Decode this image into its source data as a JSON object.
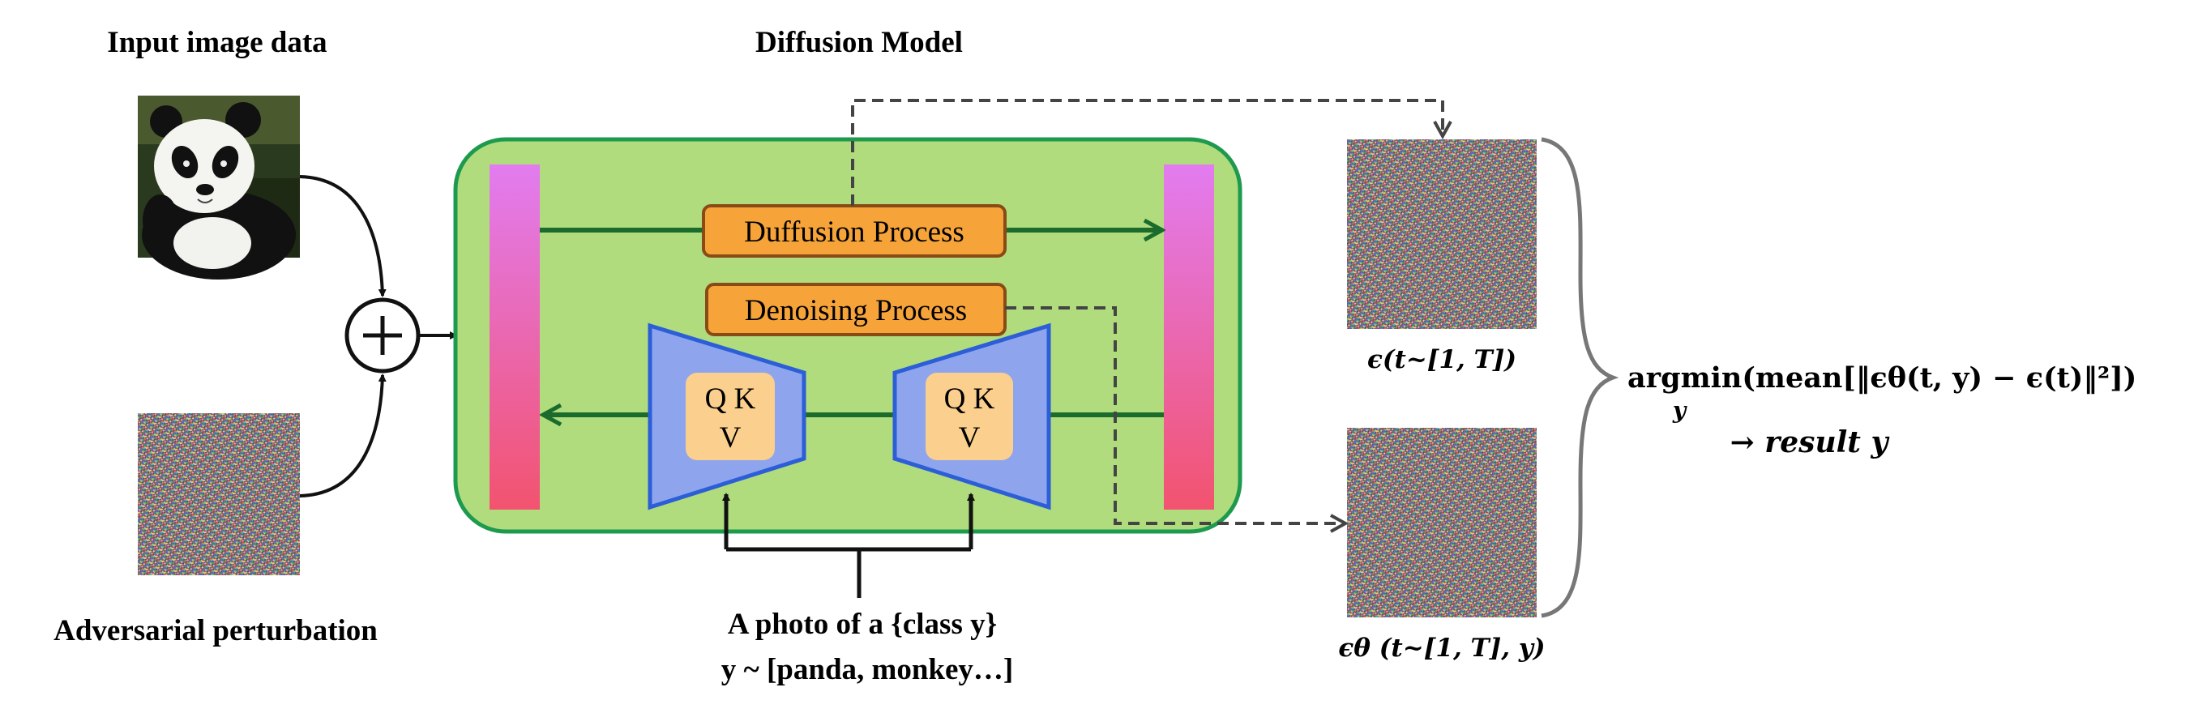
{
  "labels": {
    "input_title": "Input image data",
    "model_title": "Diffusion Model",
    "perturbation_title": "Adversarial perturbation",
    "diffusion_process": "Duffusion Process",
    "denoising_process": "Denoising Process",
    "qkv_left_line1": "Q K",
    "qkv_left_line2": "V",
    "qkv_right_line1": "Q K",
    "qkv_right_line2": "V",
    "prompt_line1": "A photo of a {class y}",
    "prompt_line2": "y ~ [panda, monkey…]",
    "noise_label_top": "ϵ(t~[1, T])",
    "noise_label_bottom": "ϵθ (t~[1, T], y)",
    "formula_line1": "argmin(mean[‖ϵθ(t, y) − ϵ(t)‖²])",
    "formula_sub": "y",
    "formula_line2": "→ result y"
  },
  "icons": {
    "panda": "panda-image",
    "noise": "noise-image",
    "sum": "plus-circle-icon"
  },
  "colors": {
    "model_fill": "#b0dc7e",
    "model_border": "#1e9a4f",
    "bar_top": "#e27cf0",
    "bar_bottom": "#f2536f",
    "process_fill": "#f6a43a",
    "process_border": "#8a4a16",
    "unet_fill": "#8ea5ee",
    "unet_border": "#2c5ed8",
    "qkv_fill": "#fbcf8d",
    "arrow_green": "#1a6b2c",
    "dashed": "#444444",
    "brace": "#777777"
  }
}
